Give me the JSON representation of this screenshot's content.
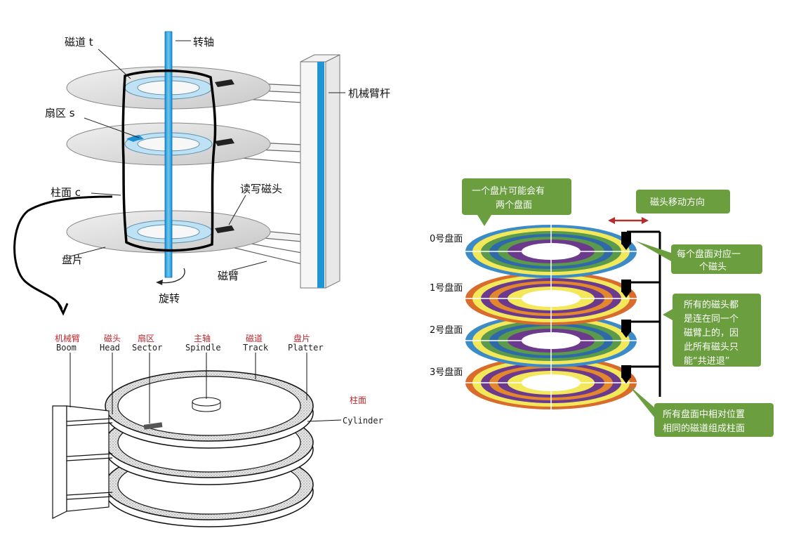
{
  "top_left": {
    "track_label": "磁道 t",
    "spindle_label": "转轴",
    "arm_label": "机械臂杆",
    "sector_label": "扇区 s",
    "cylinder_label": "柱面 c",
    "head_label": "读写磁头",
    "platter_label": "盘片",
    "arm2_label": "磁臂",
    "rotate_label": "旋转"
  },
  "bottom_left": {
    "labels": [
      {
        "cn": "机械臂",
        "en": "Boom"
      },
      {
        "cn": "磁头",
        "en": "Head"
      },
      {
        "cn": "扇区",
        "en": "Sector"
      },
      {
        "cn": "主轴",
        "en": "Spindle"
      },
      {
        "cn": "磁道",
        "en": "Track"
      },
      {
        "cn": "盘片",
        "en": "Platter"
      }
    ],
    "cylinder_cn": "柱面",
    "cylinder_en": "Cylinder"
  },
  "right": {
    "callout_two_sides": [
      "一个盘片可能会有",
      "两个盘面"
    ],
    "callout_move": "磁头移动方向",
    "surfaces": [
      "0号盘面",
      "1号盘面",
      "2号盘面",
      "3号盘面"
    ],
    "callout_each_head": [
      "每个盘面对应一",
      "个磁头"
    ],
    "callout_same_arm": [
      "所有的磁头都",
      "是连在同一个",
      "磁臂上的，因",
      "此所有磁头只",
      "能“共进退”"
    ],
    "callout_cylinder": [
      "所有盘面中相对位置",
      "相同的磁道组成柱面"
    ],
    "colors": {
      "callout_green": "#6a9e3f",
      "arrow_red": "#b03030"
    }
  }
}
